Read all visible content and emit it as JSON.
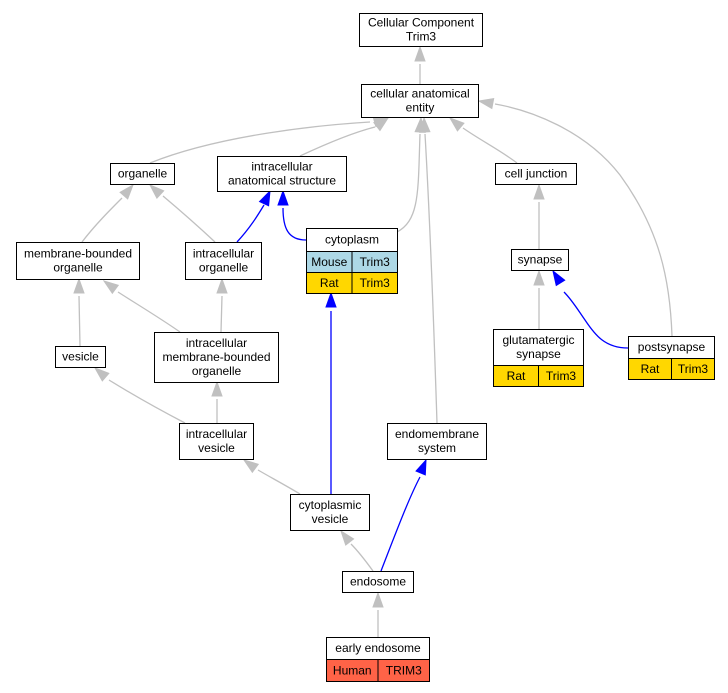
{
  "colors": {
    "edge_is_a": "#c0c0c0",
    "edge_part_of": "#0000ff",
    "species_mouse": "#add8e6",
    "species_rat": "#ffd700",
    "species_human": "#ff6347"
  },
  "nodes": {
    "cc": {
      "lines": [
        "Cellular Component",
        "Trim3"
      ]
    },
    "cae": {
      "lines": [
        "cellular anatomical",
        "entity"
      ]
    },
    "organelle": {
      "lines": [
        "organelle"
      ]
    },
    "ias": {
      "lines": [
        "intracellular",
        "anatomical structure"
      ]
    },
    "celljunction": {
      "lines": [
        "cell junction"
      ]
    },
    "mbo": {
      "lines": [
        "membrane-bounded",
        "organelle"
      ]
    },
    "io": {
      "lines": [
        "intracellular",
        "organelle"
      ]
    },
    "cytoplasm": {
      "lines": [
        "cytoplasm"
      ],
      "rows": [
        [
          "Mouse",
          "Trim3"
        ],
        [
          "Rat",
          "Trim3"
        ]
      ]
    },
    "synapse": {
      "lines": [
        "synapse"
      ]
    },
    "vesicle": {
      "lines": [
        "vesicle"
      ]
    },
    "imbo": {
      "lines": [
        "intracellular",
        "membrane-bounded",
        "organelle"
      ]
    },
    "glut": {
      "lines": [
        "glutamatergic",
        "synapse"
      ],
      "rows": [
        [
          "Rat",
          "Trim3"
        ]
      ]
    },
    "postsynapse": {
      "lines": [
        "postsynapse"
      ],
      "rows": [
        [
          "Rat",
          "Trim3"
        ]
      ]
    },
    "iv": {
      "lines": [
        "intracellular",
        "vesicle"
      ]
    },
    "endomembrane": {
      "lines": [
        "endomembrane",
        "system"
      ]
    },
    "cv": {
      "lines": [
        "cytoplasmic",
        "vesicle"
      ]
    },
    "endosome": {
      "lines": [
        "endosome"
      ]
    },
    "early": {
      "lines": [
        "early endosome"
      ],
      "rows": [
        [
          "Human",
          "TRIM3"
        ]
      ]
    }
  }
}
